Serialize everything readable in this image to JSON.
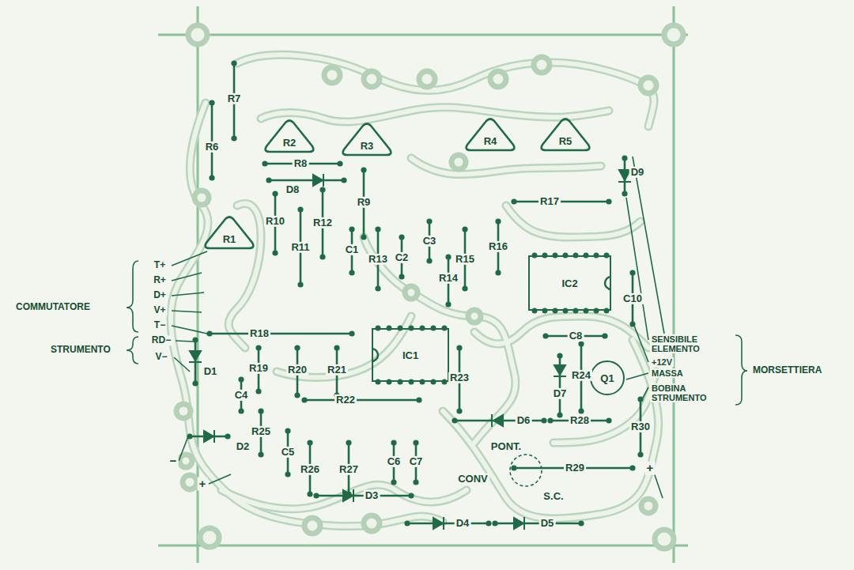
{
  "diagram": {
    "nodes": [
      {
        "text": [
          "R2"
        ]
      },
      {
        "text": [
          "R3"
        ]
      },
      {
        "text": [
          "R4"
        ]
      },
      {
        "text": [
          "R5"
        ]
      },
      {
        "text": [
          "R1"
        ]
      },
      {
        "text": [
          "IC2"
        ]
      },
      {
        "text": [
          "Q1"
        ]
      },
      {
        "text": [
          "IC1"
        ]
      }
    ],
    "labels": [
      "R7",
      "R6",
      "R8",
      "D8",
      "R9",
      "R10",
      "R12",
      "R11",
      "C1",
      "R13",
      "C2",
      "C3",
      "R15",
      "R16",
      "R14",
      "R17",
      "D9",
      "C10",
      "C8",
      "R24",
      "D7",
      "R23",
      "D6",
      "R28",
      "R29",
      "R30",
      "D4",
      "D5",
      "PONT.",
      "CONV",
      "S.C.",
      "R18",
      "R19",
      "R20",
      "R21",
      "R22",
      "D1",
      "C4",
      "D2",
      "R25",
      "C5",
      "R26",
      "R27",
      "C6",
      "C7",
      "D3",
      "T+",
      "R+",
      "D+",
      "V+",
      "T−",
      "RD−",
      "V−",
      "COMMUTATORE",
      "STRUMENTO",
      "−",
      "+",
      "SENSIBILE ELEMENTO",
      "+12V",
      "MASSA",
      "BOBINA STRUMENTO",
      "MORSETTIERA",
      "+"
    ]
  }
}
